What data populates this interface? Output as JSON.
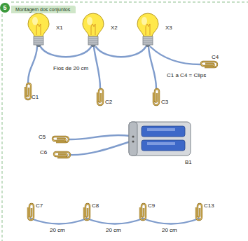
{
  "diagram": {
    "title": "Montagem dos conjuntos",
    "nodes": [
      {
        "text": [
          "5"
        ]
      }
    ],
    "labels": [
      "X1",
      "X2",
      "X3",
      "C4",
      "Fios de 20 cm",
      "C1 a C4 = Clips",
      "C1",
      "C2",
      "C3",
      "C5",
      "C6",
      "B1",
      "C7",
      "C8",
      "C9",
      "C13",
      "20 cm",
      "20 cm",
      "20 cm"
    ]
  }
}
